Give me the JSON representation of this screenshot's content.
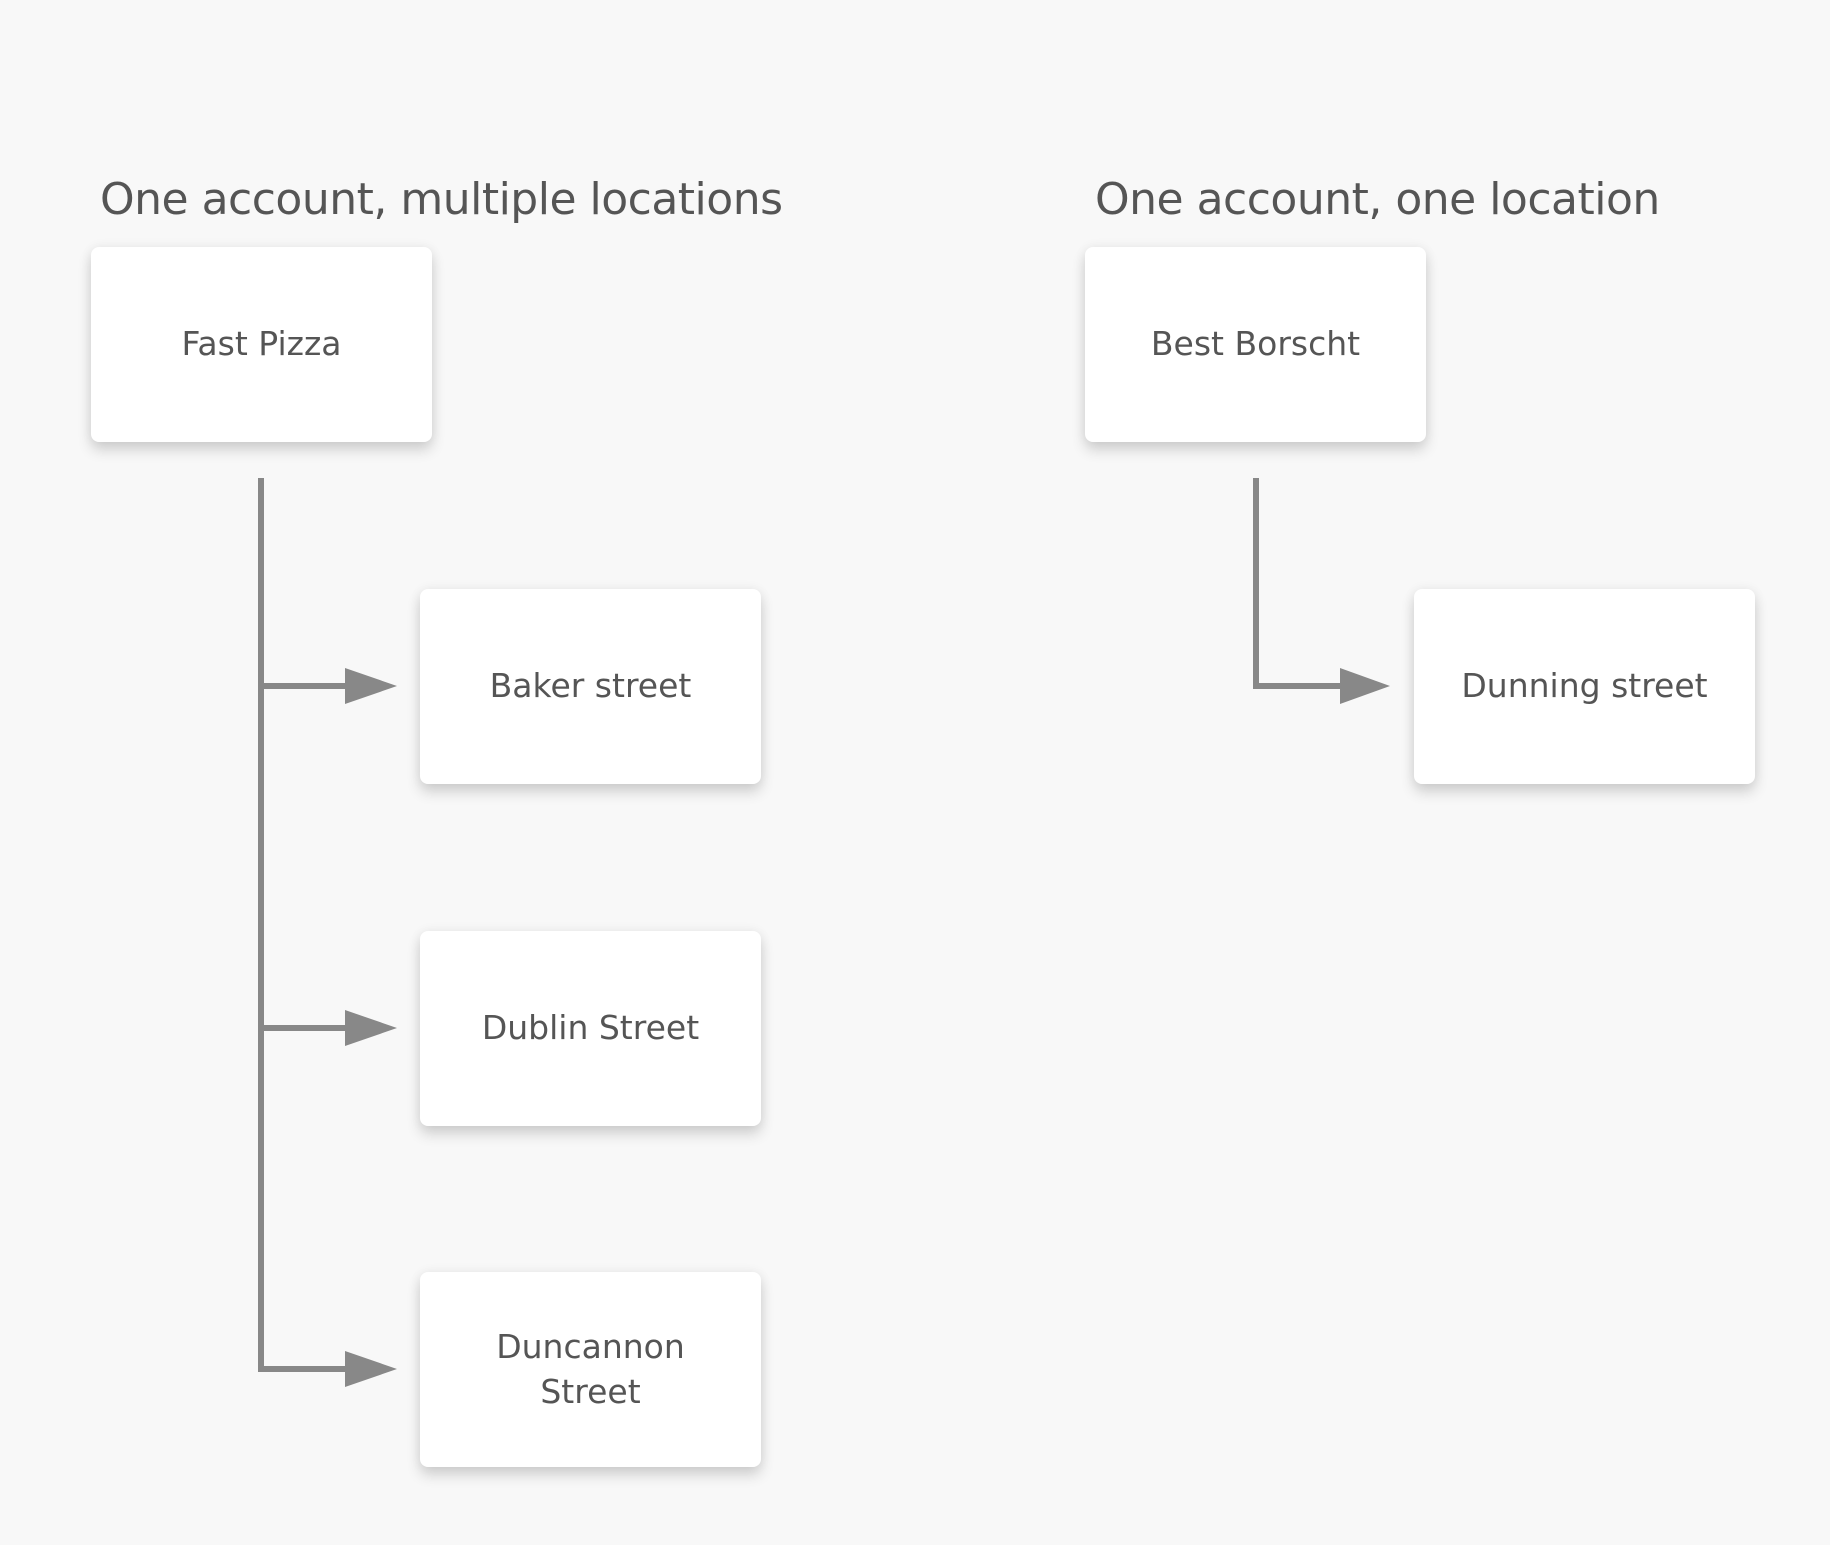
{
  "diagrams": [
    {
      "title": "One account, multiple locations",
      "account": "Fast Pizza",
      "locations": [
        "Baker street",
        "Dublin Street",
        "Duncannon Street"
      ]
    },
    {
      "title": "One account, one location",
      "account": "Best Borscht",
      "locations": [
        "Dunning street"
      ]
    }
  ],
  "colors": {
    "background": "#f8f8f8",
    "box": "#ffffff",
    "text": "#555555",
    "connector": "#888888"
  },
  "icons": {
    "arrow": "arrow-right-icon"
  }
}
